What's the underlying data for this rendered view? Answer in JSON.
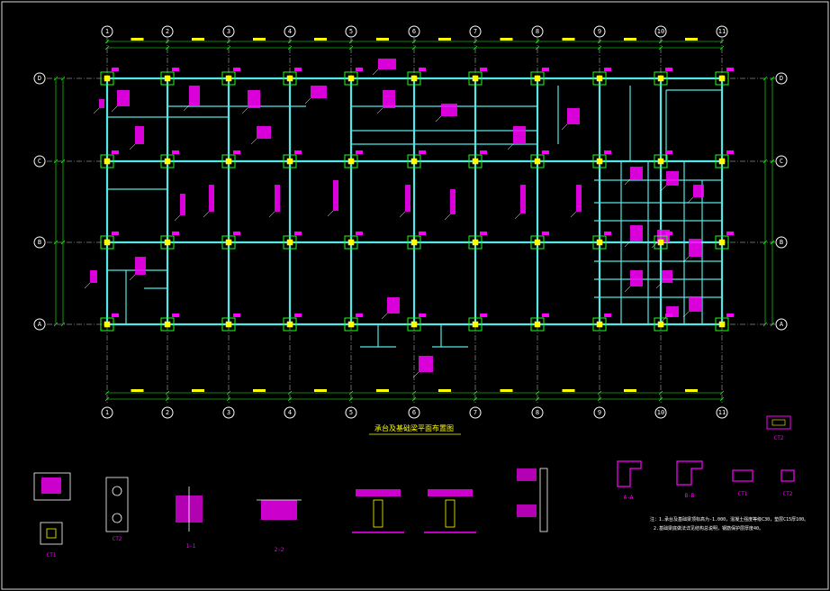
{
  "drawing": {
    "title": "承台及基础梁平面布置图",
    "grid_columns": [
      "1",
      "2",
      "3",
      "4",
      "5",
      "6",
      "7",
      "8",
      "9",
      "10",
      "11"
    ],
    "grid_rows": [
      "D",
      "C",
      "B",
      "A"
    ]
  },
  "details": {
    "labels": [
      "CT1",
      "CT2",
      "1-1",
      "2-2",
      "A-A",
      "B-B",
      "CT1",
      "CT2"
    ],
    "ct_top_label": "CT2"
  },
  "notes": {
    "line1": "注：1.承台及基础梁顶标高为-1.000，混凝土强度等级C30，垫层C15厚100。",
    "line2": "2.基础梁底做法详见结构总说明，钢筋保护层厚度40。"
  },
  "colors": {
    "background": "#000000",
    "beam": "#55e6e6",
    "column": "#ffff00",
    "dimension": "#1eff1e",
    "annotation": "#ff00ff",
    "text": "#ffffff"
  }
}
